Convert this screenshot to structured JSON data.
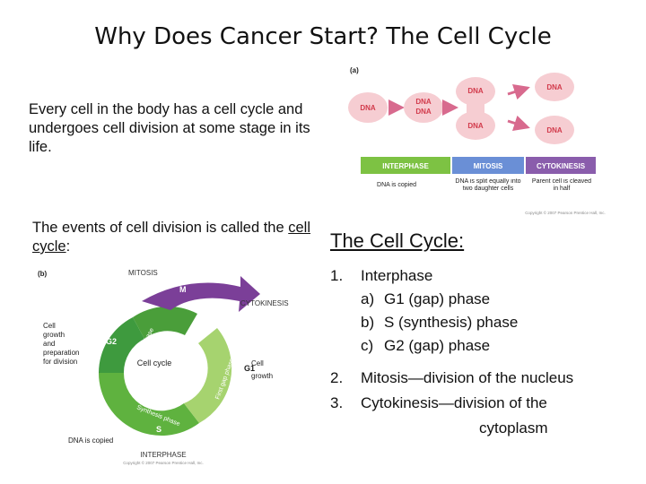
{
  "slide": {
    "title": "Why Does Cancer Start? The Cell Cycle",
    "intro": "Every cell in the body has a cell cycle and undergoes cell division at some stage in its life.",
    "events_prefix": "The events of cell division is called the",
    "events_term": "cell cycle",
    "events_suffix": ":"
  },
  "list": {
    "heading": "The Cell Cycle:",
    "items": [
      {
        "num": "1.",
        "label": "Interphase"
      },
      {
        "num": "2.",
        "label": "Mitosis",
        "desc": "—division of the nucleus"
      },
      {
        "num": "3.",
        "label": "Cytokinesis",
        "desc": "—division of the",
        "desc2": "cytoplasm"
      }
    ],
    "subitems": [
      {
        "letter": "a)",
        "text": "G1 (gap) phase"
      },
      {
        "letter": "b)",
        "text": "S (synthesis) phase"
      },
      {
        "letter": "c)",
        "text": "G2 (gap) phase"
      }
    ]
  },
  "figure_a": {
    "panel": "(a)",
    "dna": "DNA",
    "phases": [
      "INTERPHASE",
      "MITOSIS",
      "CYTOKINESIS"
    ],
    "captions": [
      "DNA is copied",
      "DNA is split equally into two daughter cells",
      "Parent cell is cleaved in half"
    ],
    "copyright": "Copyright © 2007 Pearson Prentice Hall, Inc.",
    "colors": {
      "cell": "#f6cdd2",
      "dna": "#d23a4b",
      "interphase": "#7dc243",
      "mitosis": "#6a8fd6",
      "cytokinesis": "#8a5dac"
    }
  },
  "figure_b": {
    "panel": "(b)",
    "mitosis": "MITOSIS",
    "m": "M",
    "cytokinesis": "CYTOKINESIS",
    "g2": "G2",
    "g1": "G1",
    "s": "S",
    "second_gap": "Second gap phase",
    "first_gap": "First gap phase",
    "synthesis": "Synthesis phase",
    "center": "Cell cycle",
    "left_note": [
      "Cell",
      "growth",
      "and",
      "preparation",
      "for division"
    ],
    "right_note": [
      "Cell",
      "growth"
    ],
    "dna_copied": "DNA is copied",
    "interphase": "INTERPHASE",
    "copyright": "Copyright © 2007 Pearson Prentice Hall, Inc.",
    "colors": {
      "green_dark": "#3e9a3e",
      "green_mid": "#6cbd45",
      "green_light": "#a6d36f",
      "purple": "#7b3f98"
    }
  }
}
